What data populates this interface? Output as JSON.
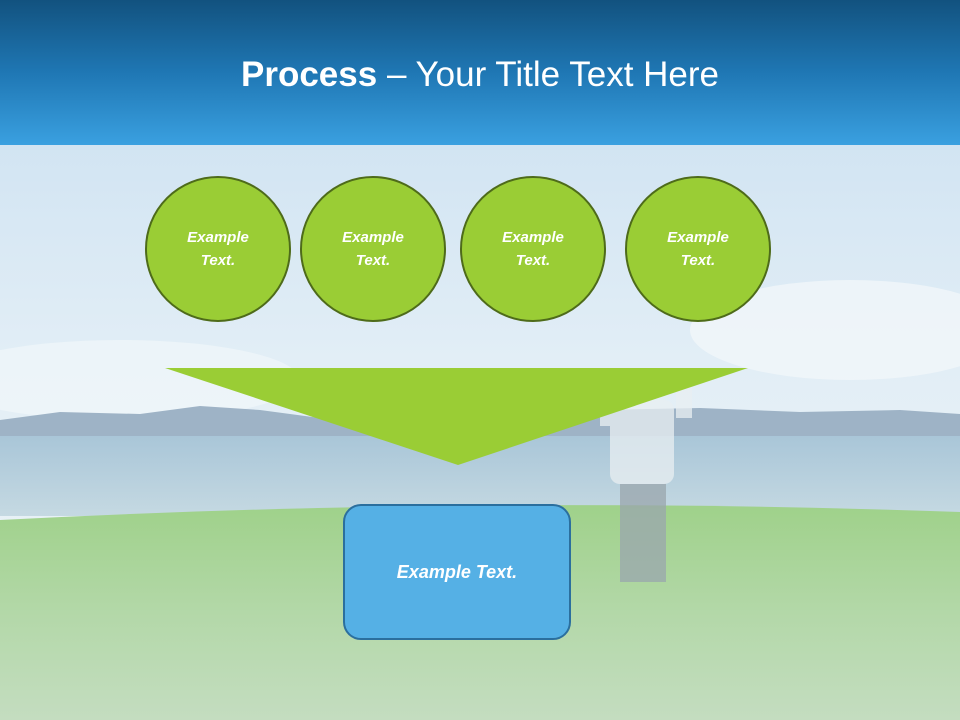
{
  "title": {
    "bold": "Process",
    "rest": " – Your Title Text Here"
  },
  "circles": [
    {
      "line1": "Example",
      "line2": "Text."
    },
    {
      "line1": "Example",
      "line2": "Text."
    },
    {
      "line1": "Example",
      "line2": "Text."
    },
    {
      "line1": "Example",
      "line2": "Text."
    }
  ],
  "result": {
    "label": "Example Text."
  },
  "colors": {
    "header": "#1f77b4",
    "circle_fill": "#9acd35",
    "circle_border": "#4e6b1a",
    "funnel": "#9acd35",
    "box_fill": "#55b0e5",
    "box_border": "#2b6f9e"
  }
}
